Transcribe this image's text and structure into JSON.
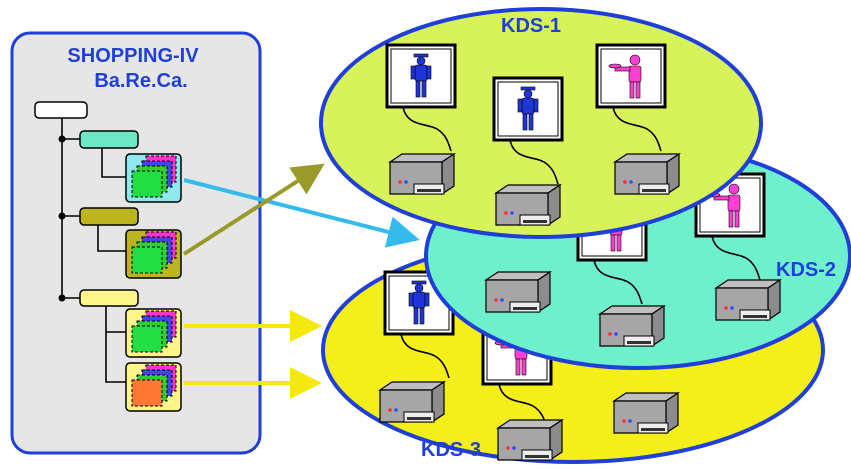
{
  "panel": {
    "title_line1": "SHOPPING-IV",
    "title_line2": "Ba.Re.Ca.",
    "title_color": "#1f3fd8",
    "background": "#e6e6e6",
    "border": "#1f3fd8"
  },
  "groups": [
    {
      "name": "KDS-1",
      "fill": "#d8f25a"
    },
    {
      "name": "KDS-2",
      "fill": "#6ff0cc"
    },
    {
      "name": "KDS-3",
      "fill": "#f4ee1a"
    }
  ],
  "tree_colors": {
    "root": "#ffffff",
    "branch1": "#6ee8c4",
    "branch2": "#bdb51f",
    "branch3": "#fff58a"
  },
  "arrow_colors": {
    "to_kds1": "#9a9a2a",
    "to_kds2": "#33bbee",
    "to_kds3": "#f4e80e"
  },
  "label_color": "#1f3fd8",
  "icons": {
    "monitor": "monitor-icon",
    "chef": "chef-icon",
    "waiter": "waiter-icon",
    "kitchen_printer": "kds-device-icon",
    "receipts": "receipt-stack-icon"
  }
}
